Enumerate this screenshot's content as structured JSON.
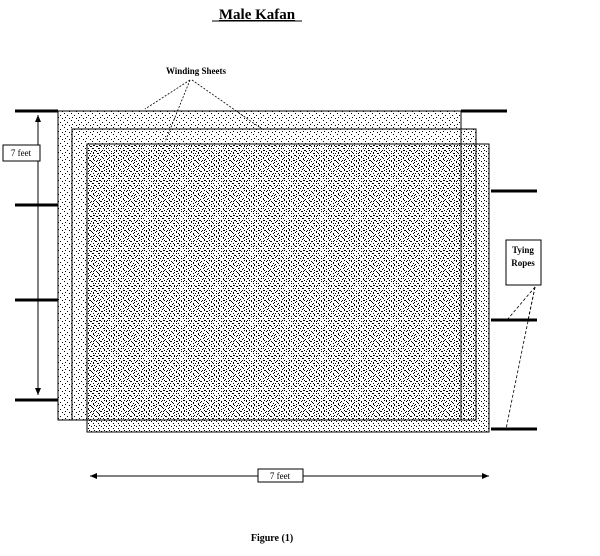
{
  "title": "Male Kafan",
  "labels": {
    "winding_sheets": "Winding Sheets",
    "height": "7 feet",
    "width": "7 feet",
    "tying_ropes_line1": "Tying",
    "tying_ropes_line2": "Ropes"
  },
  "caption": "Figure (1)",
  "colors": {
    "ink": "#000000",
    "background": "#ffffff"
  }
}
